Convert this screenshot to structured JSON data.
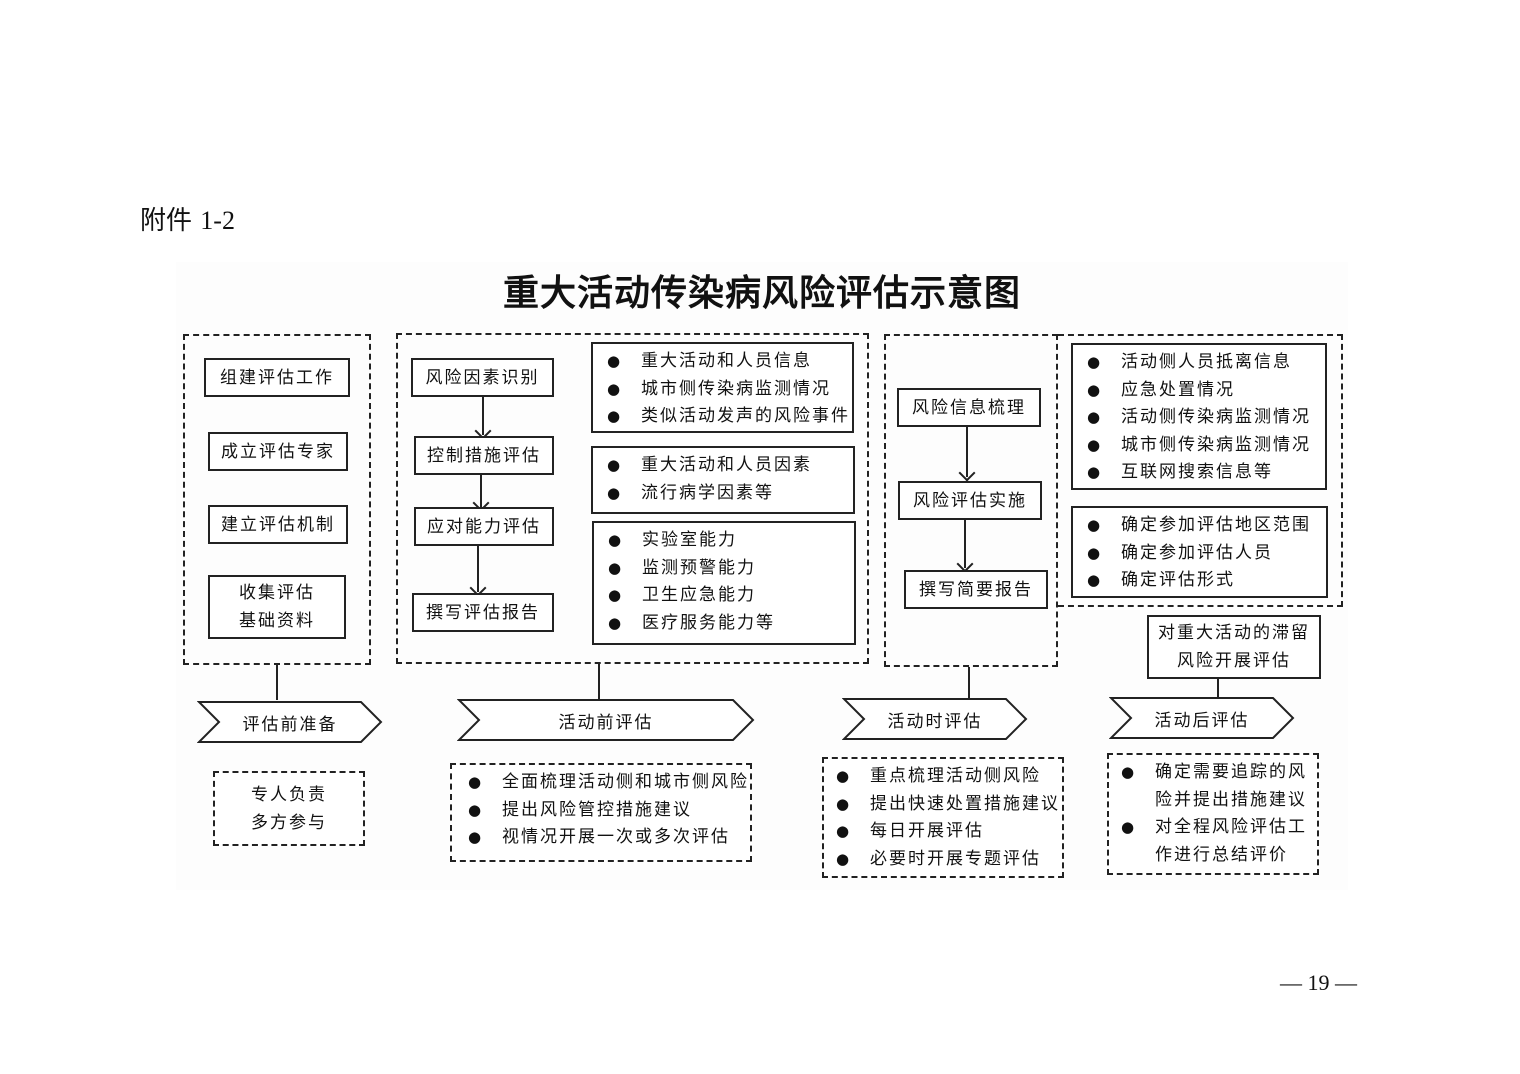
{
  "header": {
    "attachment_label": "附件",
    "attachment_number": "1-2"
  },
  "diagram": {
    "title": "重大活动传染病风险评估示意图",
    "prep": {
      "steps": [
        "组建评估工作",
        "成立评估专家",
        "建立评估机制",
        "收集评估\n基础资料"
      ],
      "stage": "评估前准备",
      "note": "专人负责\n多方参与"
    },
    "pre": {
      "steps": [
        "风险因素识别",
        "控制措施评估",
        "应对能力评估",
        "撰写评估报告"
      ],
      "detail1": [
        "重大活动和人员信息",
        "城市侧传染病监测情况",
        "类似活动发声的风险事件"
      ],
      "detail2": [
        "重大活动和人员因素",
        "流行病学因素等"
      ],
      "detail3": [
        "实验室能力",
        "监测预警能力",
        "卫生应急能力",
        "医疗服务能力等"
      ],
      "stage": "活动前评估",
      "notes": [
        "全面梳理活动侧和城市侧风险",
        "提出风险管控措施建议",
        "视情况开展一次或多次评估"
      ]
    },
    "during": {
      "steps": [
        "风险信息梳理",
        "风险评估实施",
        "撰写简要报告"
      ],
      "detail1": [
        "活动侧人员抵离信息",
        "应急处置情况",
        "活动侧传染病监测情况",
        "城市侧传染病监测情况",
        "互联网搜索信息等"
      ],
      "detail2": [
        "确定参加评估地区范围",
        "确定参加评估人员",
        "确定评估形式"
      ],
      "stage": "活动时评估",
      "notes": [
        "重点梳理活动侧风险",
        "提出快速处置措施建议",
        "每日开展评估",
        "必要时开展专题评估"
      ]
    },
    "post": {
      "box": "对重大活动的滞留\n风险开展评估",
      "stage": "活动后评估",
      "notes": [
        "确定需要追踪的风险并提出措施建议",
        "对全程风险评估工作进行总结评价"
      ]
    }
  },
  "footer": {
    "page_number": "— 19 —"
  }
}
